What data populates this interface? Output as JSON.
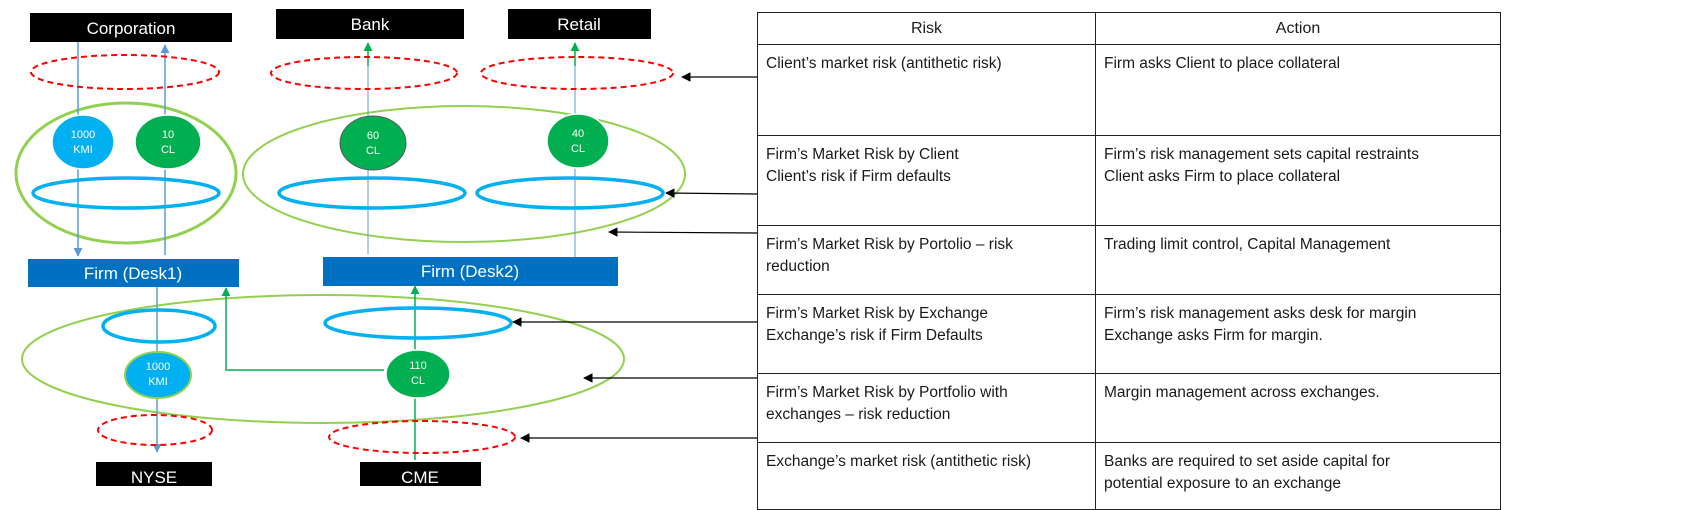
{
  "diagram": {
    "top_boxes": [
      {
        "name": "corporation-box",
        "label": "Corporation"
      },
      {
        "name": "bank-box",
        "label": "Bank"
      },
      {
        "name": "retail-box",
        "label": "Retail"
      }
    ],
    "firm_boxes": [
      {
        "name": "firm-desk1-box",
        "label": "Firm (Desk1)"
      },
      {
        "name": "firm-desk2-box",
        "label": "Firm (Desk2)"
      }
    ],
    "exchange_boxes": [
      {
        "name": "nyse-box",
        "label": "NYSE"
      },
      {
        "name": "cme-box",
        "label": "CME"
      }
    ],
    "positions": [
      {
        "name": "corporation-kmi-position",
        "qty": "1000",
        "symbol": "KMI"
      },
      {
        "name": "corporation-cl-position",
        "qty": "10",
        "symbol": "CL"
      },
      {
        "name": "bank-cl-position",
        "qty": "60",
        "symbol": "CL"
      },
      {
        "name": "retail-cl-position",
        "qty": "40",
        "symbol": "CL"
      },
      {
        "name": "nyse-kmi-position",
        "qty": "1000",
        "symbol": "KMI"
      },
      {
        "name": "cme-cl-position",
        "qty": "110",
        "symbol": "CL"
      }
    ],
    "colors": {
      "dark_box": "#000000",
      "firm_box": "#0070c0",
      "cyan": "#00b0f0",
      "green": "#00b050",
      "dashed_red": "#ff0000",
      "light_green": "#92d050",
      "connector_blue": "#5b9bd5",
      "connector_green": "#00b050"
    }
  },
  "table": {
    "headers": {
      "risk": "Risk",
      "action": "Action"
    },
    "rows": [
      {
        "risk": [
          "Client’s market risk (antithetic risk)"
        ],
        "action": [
          "Firm asks Client to place collateral"
        ]
      },
      {
        "risk": [
          "Firm’s Market Risk by Client",
          "Client’s risk if Firm defaults"
        ],
        "action": [
          "Firm’s risk management sets capital restraints",
          "Client asks Firm to place collateral"
        ]
      },
      {
        "risk": [
          "Firm’s Market Risk by Portolio – risk",
          "reduction"
        ],
        "action": [
          "Trading limit control,  Capital Management"
        ]
      },
      {
        "risk": [
          "Firm’s Market Risk by Exchange",
          "Exchange’s risk if Firm Defaults"
        ],
        "action": [
          "Firm’s risk management asks desk for margin",
          "Exchange asks Firm for margin."
        ]
      },
      {
        "risk": [
          "Firm’s Market Risk by Portfolio with",
          "exchanges – risk reduction"
        ],
        "action": [
          "Margin management across exchanges."
        ]
      },
      {
        "risk": [
          "Exchange’s market risk (antithetic risk)"
        ],
        "action": [
          "Banks are required to set aside capital for",
          "potential exposure to an exchange"
        ]
      }
    ]
  }
}
